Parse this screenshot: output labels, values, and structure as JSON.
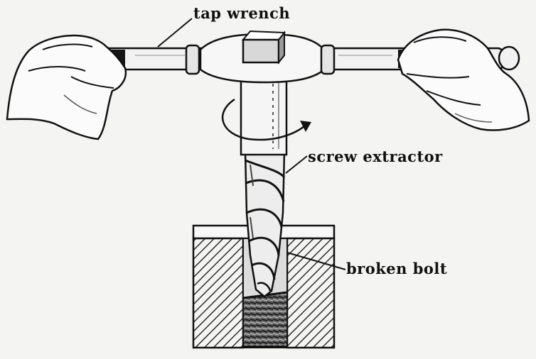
{
  "labels": {
    "tap_wrench": "tap wrench",
    "screw_extractor": "screw extractor",
    "broken_bolt": "broken bolt"
  },
  "colors": {
    "ink": "#111111",
    "paper": "#f4f4f2",
    "hatch": "#3a3a3a",
    "metal_light": "#ececec",
    "metal_mid": "#c9c9c9"
  }
}
